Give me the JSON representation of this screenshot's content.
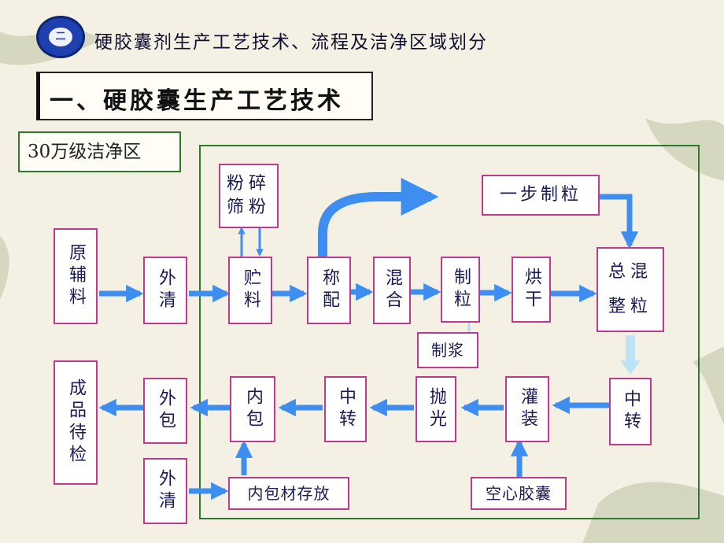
{
  "header": {
    "badge_text": "二",
    "title": "硬胶囊剂生产工艺技术、流程及洁净区域划分"
  },
  "section_title": "一、硬胶囊生产工艺技术",
  "zone_label": "30万级洁净区",
  "colors": {
    "arrow": "#3d8ef0",
    "node_border": "#c03a8e",
    "zone_border": "#2d7a2d",
    "badge": "#1e3fae"
  },
  "nodes": {
    "raw": "原辅料",
    "outer_clean_1": "外清",
    "crush": "粉碎筛粉",
    "storage": "贮料",
    "weigh": "称配",
    "mix": "混合",
    "granulate": "制粒",
    "dry": "烘干",
    "one_step": "一步制粒",
    "total_mix": "总混整粒",
    "slurry": "制浆",
    "transfer_1": "中转",
    "fill": "灌装",
    "empty_capsule": "空心胶囊",
    "polish": "抛光",
    "transfer_2": "中转",
    "inner_pack": "内包",
    "inner_material": "内包材存放",
    "outer_clean_2": "外清",
    "outer_pack": "外包",
    "finished": "成品待检"
  }
}
